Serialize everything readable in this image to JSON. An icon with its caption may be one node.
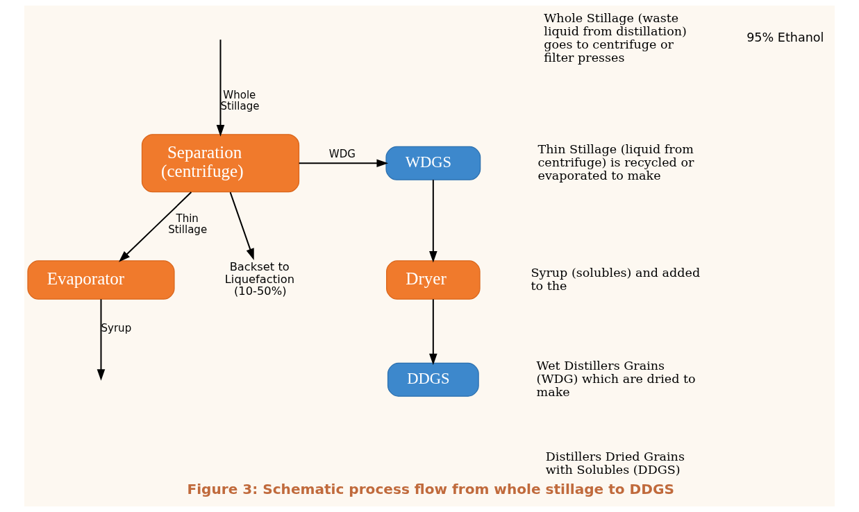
{
  "diagram": {
    "caption": "Figure 3: Schematic process flow from whole stillage to DDGS",
    "nodes": [
      {
        "text": [
          "Separation (centrifuge)"
        ]
      },
      {
        "text": [
          "WDGS"
        ]
      },
      {
        "text": [
          "Dryer"
        ]
      },
      {
        "text": [
          "DDGS"
        ]
      },
      {
        "text": [
          "Evaporator"
        ]
      },
      {
        "text": [
          "Backset to Liquefaction (10-50%)"
        ]
      }
    ],
    "edges": [
      {
        "from": null,
        "to": 0,
        "arrow": "to",
        "label": "Whole Stillage"
      },
      {
        "from": 0,
        "to": 1,
        "arrow": "to",
        "label": "WDG"
      },
      {
        "from": 1,
        "to": 2,
        "arrow": "to"
      },
      {
        "from": 2,
        "to": 3,
        "arrow": "to"
      },
      {
        "from": 0,
        "to": 5,
        "arrow": "to"
      },
      {
        "from": 0,
        "to": 4,
        "arrow": "to",
        "label": "Thin Stillage"
      },
      {
        "from": 4,
        "to": null,
        "arrow": "to",
        "label": "Syrup"
      }
    ],
    "labels": [
      "Whole Stillage (waste liquid from distillation) goes to centrifuge or filter presses",
      "Thin Stillage (liquid from centrifuge) is recycled or evaporated to make",
      "Syrup (solubles) and added to the",
      "Wet Distillers Grains (WDG) which are dried to make",
      "Distillers Dried Grains with Solubles (DDGS)",
      "95% Ethanol"
    ]
  }
}
